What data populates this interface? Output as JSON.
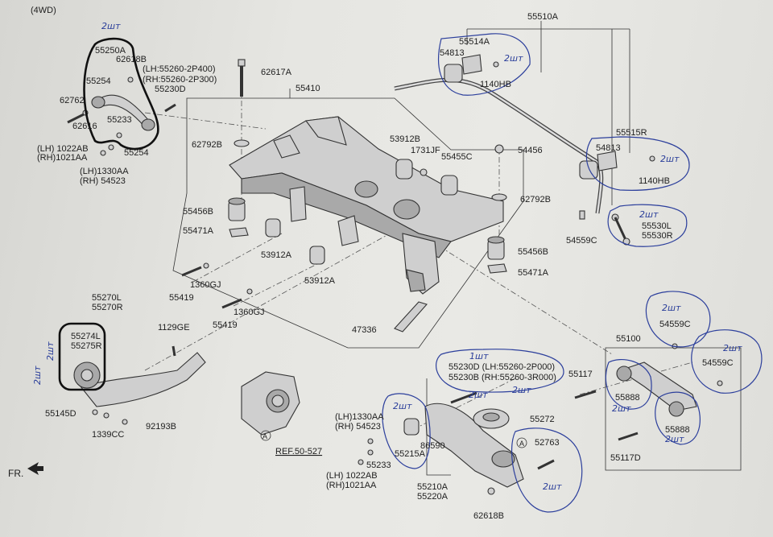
{
  "header": "(4WD)",
  "fr_label": "FR.",
  "labels": {
    "p55250A": "55250A",
    "p62618B_top": "62618B",
    "p55254_a": "55254",
    "p55260_lh": "(LH:55260-2P400)",
    "p55260_rh": "(RH:55260-2P300)",
    "p55230D_top": "55230D",
    "p62762": "62762",
    "p62616": "62616",
    "p55233_top": "55233",
    "p55254_b": "55254",
    "p1022AB_top": "(LH) 1022AB",
    "p1021AA_top": "(RH)1021AA",
    "p1330AA_top": "(LH)1330AA",
    "p54523_top": "(RH) 54523",
    "p62617A": "62617A",
    "p55410": "55410",
    "p62792B_left": "62792B",
    "p53912B": "53912B",
    "p1731JF": "1731JF",
    "p55455C": "55455C",
    "p54456": "54456",
    "p62792B_right": "62792B",
    "p55456B_left": "55456B",
    "p55471A_left": "55471A",
    "p53912A_a": "53912A",
    "p53912A_b": "53912A",
    "p55456B_right": "55456B",
    "p55471A_right": "55471A",
    "p1360GJ_a": "1360GJ",
    "p55419_a": "55419",
    "p1360GJ_b": "1360GJ",
    "p55419_b": "55419",
    "p47336": "47336",
    "p55510A": "55510A",
    "p55514A": "55514A",
    "p54813_a": "54813",
    "p1140HB_a": "1140HB",
    "p55515R": "55515R",
    "p54813_b": "54813",
    "p1140HB_b": "1140HB",
    "p54559C_a": "54559C",
    "p55530L": "55530L",
    "p55530R": "55530R",
    "p55270L": "55270L",
    "p55270R": "55270R",
    "p1129GE": "1129GE",
    "p55274L": "55274L",
    "p55275R": "55275R",
    "p55145D": "55145D",
    "p1339CC": "1339CC",
    "p92193B": "92193B",
    "pREF": "REF.50-527",
    "pA1": "A",
    "p55100": "55100",
    "p54559C_b": "54559C",
    "p54559C_c": "54559C",
    "p55117_a": "55117",
    "p55888_a": "55888",
    "p55888_b": "55888",
    "p55117D": "55117D",
    "p55230D_lh": "55230D (LH:55260-2P000)",
    "p55230B_rh": "55230B (RH:55260-3R000)",
    "p55272": "55272",
    "p1330AA_bot": "(LH)1330AA",
    "p54523_bot": "(RH) 54523",
    "p55215A": "55215A",
    "p86590": "86590",
    "p55233_bot": "55233",
    "p52763": "52763",
    "pA2": "A",
    "p1022AB_bot": "(LH) 1022AB",
    "p1021AA_bot": "(RH)1021AA",
    "p55210A": "55210A",
    "p55220A": "55220A",
    "p62618B_bot": "62618B"
  },
  "handwritten": {
    "h1": "2шт",
    "h2": "2шт",
    "h3": "2шт",
    "h4": "2шт",
    "h5": "2шт",
    "h6": "2шт",
    "h7": "2шт",
    "h8": "2шт",
    "h9": "1шт",
    "h10": "2шт",
    "h11": "2шт",
    "h12": "2шт",
    "h13": "2шт",
    "h14": "2шт",
    "h15": "2шт"
  },
  "colors": {
    "paper": "#e6e6e2",
    "ink_blue": "#2c3f9c",
    "marker_black": "#111111",
    "line": "#333333"
  }
}
